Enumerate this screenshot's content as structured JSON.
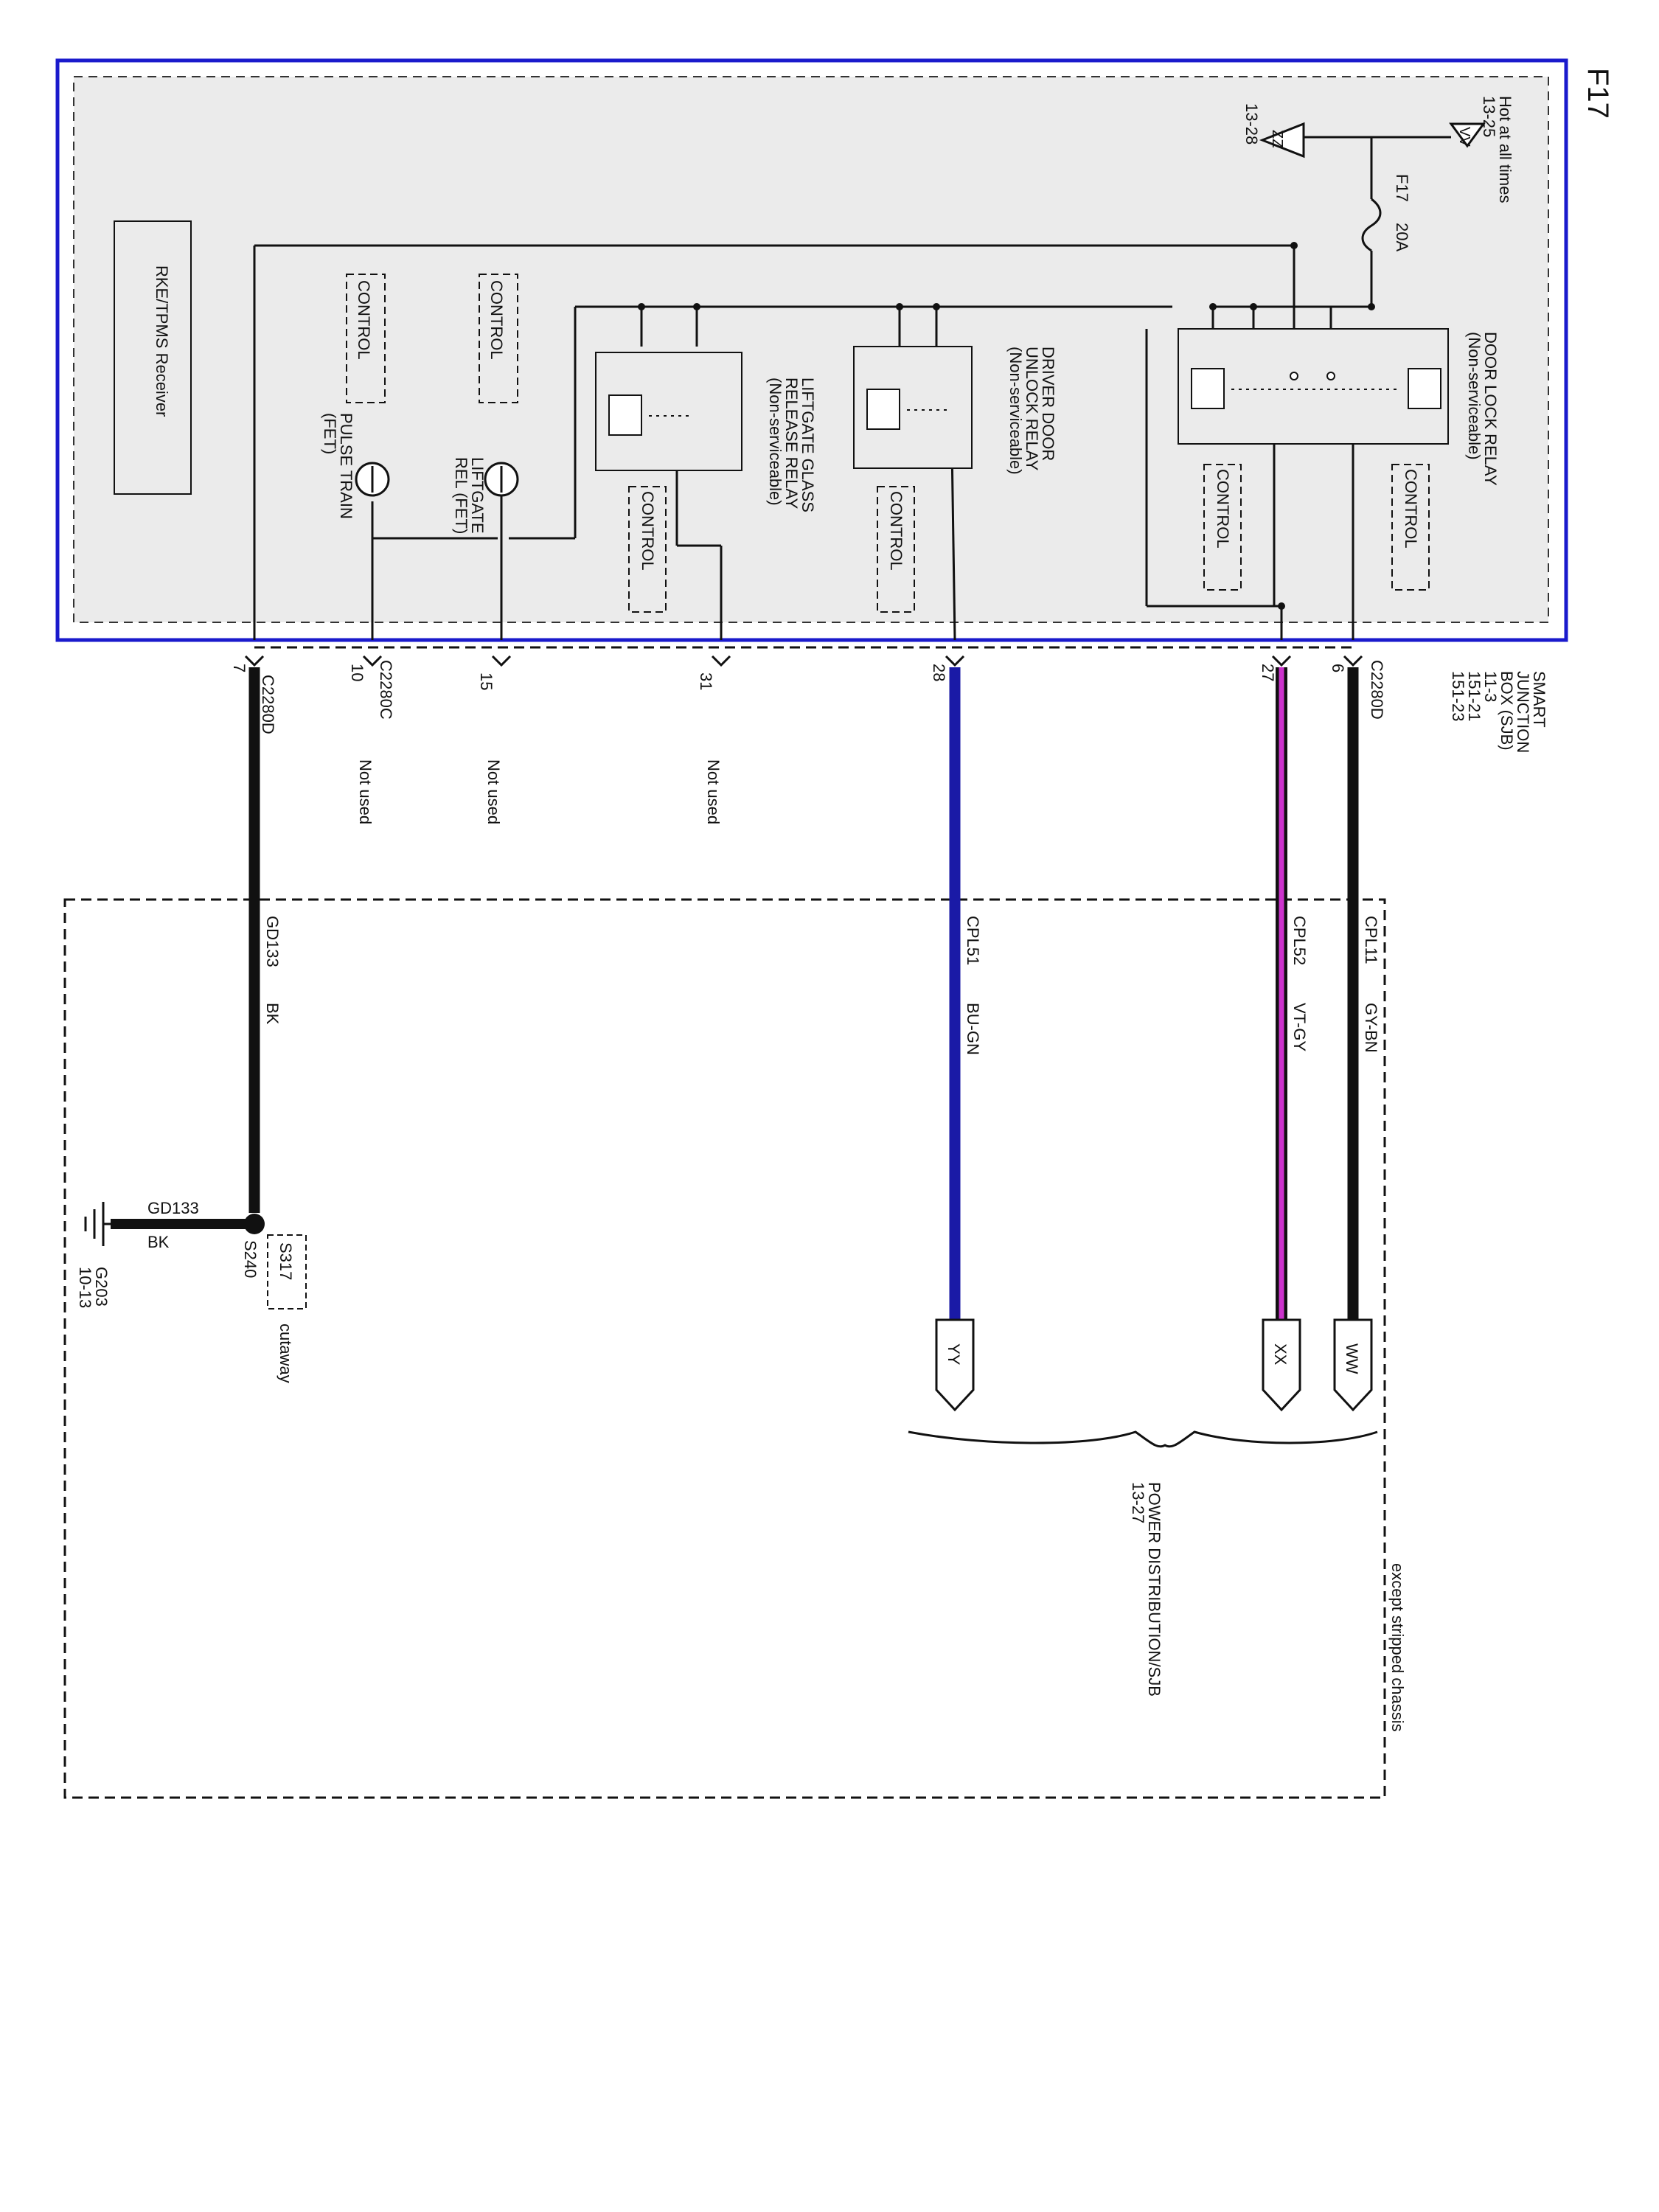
{
  "page": {
    "id": "F17"
  },
  "sjb": {
    "name_lines": [
      "SMART",
      "JUNCTION",
      "BOX (SJB)",
      "11-3",
      "151-21",
      "151-23"
    ]
  },
  "power": {
    "hot": "Hot at all times",
    "vv_ref": "13-25",
    "vv_tag": "VV",
    "zz_tag": "ZZ",
    "zz_ref": "13-28",
    "fuse_name": "F17",
    "fuse_rating": "20A"
  },
  "relays": {
    "door_lock": {
      "line1": "DOOR LOCK RELAY",
      "line2": "(Non-serviceable)"
    },
    "driver_unlock": {
      "line1": "DRIVER DOOR",
      "line2": "UNLOCK RELAY",
      "line3": "(Non-serviceable)"
    },
    "liftgate_glass": {
      "line1": "LIFTGATE GLASS",
      "line2": "RELEASE RELAY",
      "line3": "(Non-serviceable)"
    },
    "control_label": "CONTROL",
    "liftgate_rel_l1": "LIFTGATE",
    "liftgate_rel_l2": "REL (FET)",
    "pulse_l1": "PULSE TRAIN",
    "pulse_l2": "(FET)",
    "rke": "RKE/TPMS Receiver"
  },
  "connectors": {
    "c2280d": "C2280D",
    "c2280c": "C2280C",
    "pins": [
      "6",
      "27",
      "28",
      "31",
      "15",
      "10",
      "7"
    ],
    "not_used": "Not used"
  },
  "wires": [
    {
      "circuit": "CPL11",
      "color_code": "GY-BN",
      "tag": "WW",
      "stroke": "#111111"
    },
    {
      "circuit": "CPL52",
      "color_code": "VT-GY",
      "tag": "XX",
      "stroke": "#cc33cc"
    },
    {
      "circuit": "CPL51",
      "color_code": "BU-GN",
      "tag": "YY",
      "stroke": "#1a1aa6"
    },
    {
      "circuit": "GD133",
      "color_code": "BK",
      "stroke": "#111111"
    }
  ],
  "ground": {
    "splice": "S240",
    "splice_alt": "S317",
    "cutaway": "cutaway",
    "wire_circuit": "GD133",
    "wire_color": "BK",
    "ground_id": "G203",
    "ground_ref": "10-13"
  },
  "destination": {
    "line1": "POWER DISTRIBUTION/SJB",
    "line2": "13-27"
  },
  "note": {
    "except": "except stripped chassis"
  },
  "colors": {
    "sjb_border": "#1a1acc",
    "sjb_fill": "#ebebeb"
  }
}
